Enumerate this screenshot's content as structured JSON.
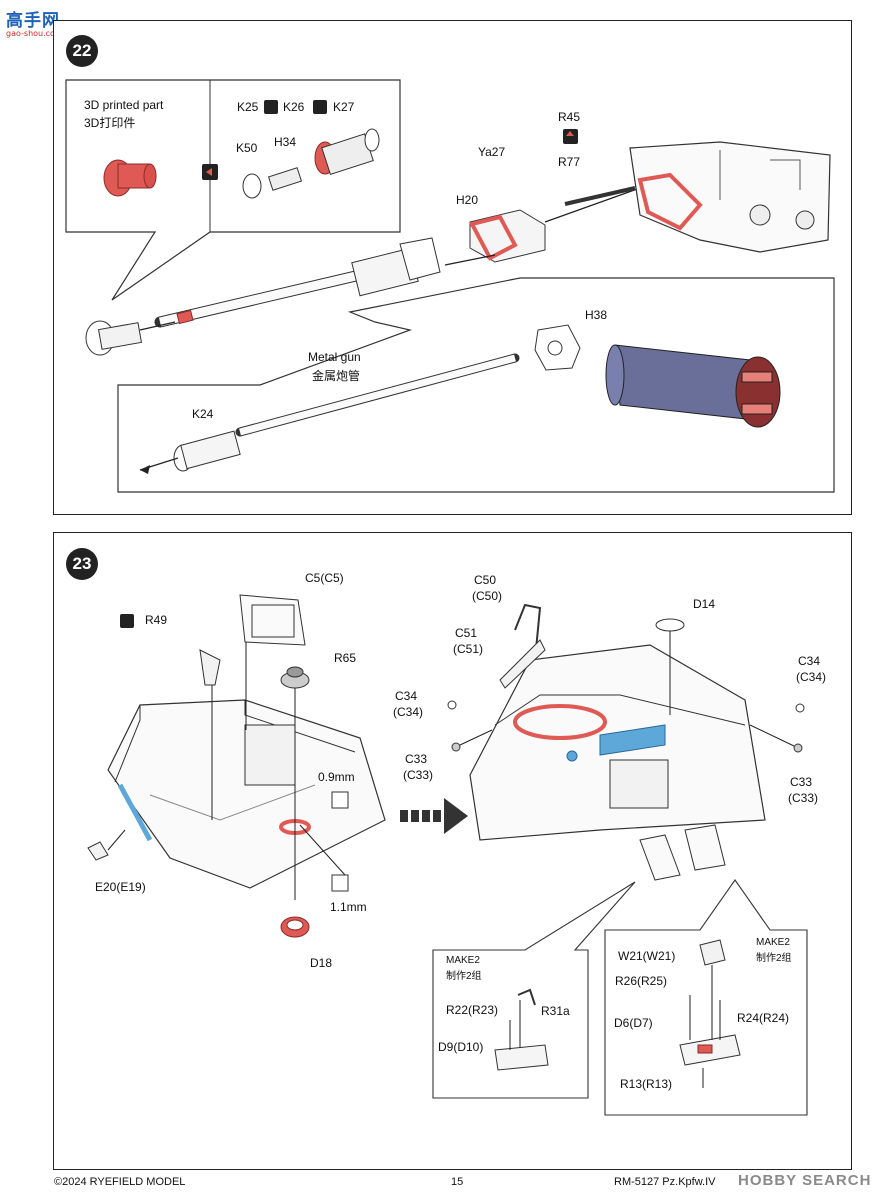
{
  "site_logo": {
    "text_cn": "高手网",
    "url_text": "gao-shou.com"
  },
  "step22": {
    "number": "22",
    "callout_3d": {
      "line1": "3D printed part",
      "line2": "3D打印件"
    },
    "labels": {
      "k25": "K25",
      "k26": "K26",
      "k27": "K27",
      "k50": "K50",
      "h34": "H34",
      "ya27": "Ya27",
      "h20": "H20",
      "r45": "R45",
      "r77": "R77",
      "h38": "H38",
      "metal_gun_en": "Metal gun",
      "metal_gun_cn": "金属炮管",
      "k24": "K24"
    }
  },
  "step23": {
    "number": "23",
    "labels": {
      "c5": "C5(C5)",
      "r49": "R49",
      "r65": "R65",
      "mm09": "0.9mm",
      "mm11": "1.1mm",
      "d18": "D18",
      "e20": "E20(E19)",
      "c50a": "C50",
      "c50b": "(C50)",
      "d14": "D14",
      "c51a": "C51",
      "c51b": "(C51)",
      "c34l_a": "C34",
      "c34l_b": "(C34)",
      "c33l_a": "C33",
      "c33l_b": "(C33)",
      "c34r_a": "C34",
      "c34r_b": "(C34)",
      "c33r_a": "C33",
      "c33r_b": "(C33)"
    },
    "sub_left": {
      "make_en": "MAKE2",
      "make_cn": "制作2组",
      "r22": "R22(R23)",
      "r31a": "R31a",
      "d9": "D9(D10)"
    },
    "sub_right": {
      "make_en": "MAKE2",
      "make_cn": "制作2组",
      "w21": "W21(W21)",
      "r26": "R26(R25)",
      "r24": "R24(R24)",
      "d6": "D6(D7)",
      "r13": "R13(R13)"
    }
  },
  "footer": {
    "copyright": "©2024 RYEFIELD MODEL",
    "page": "15",
    "product": "RM-5127 Pz.Kpfw.IV",
    "watermark": "HOBBY SEARCH"
  },
  "colors": {
    "part_red": "#e05a55",
    "part_blue": "#5da8d8",
    "gun_blue": "#6a6f9a"
  }
}
